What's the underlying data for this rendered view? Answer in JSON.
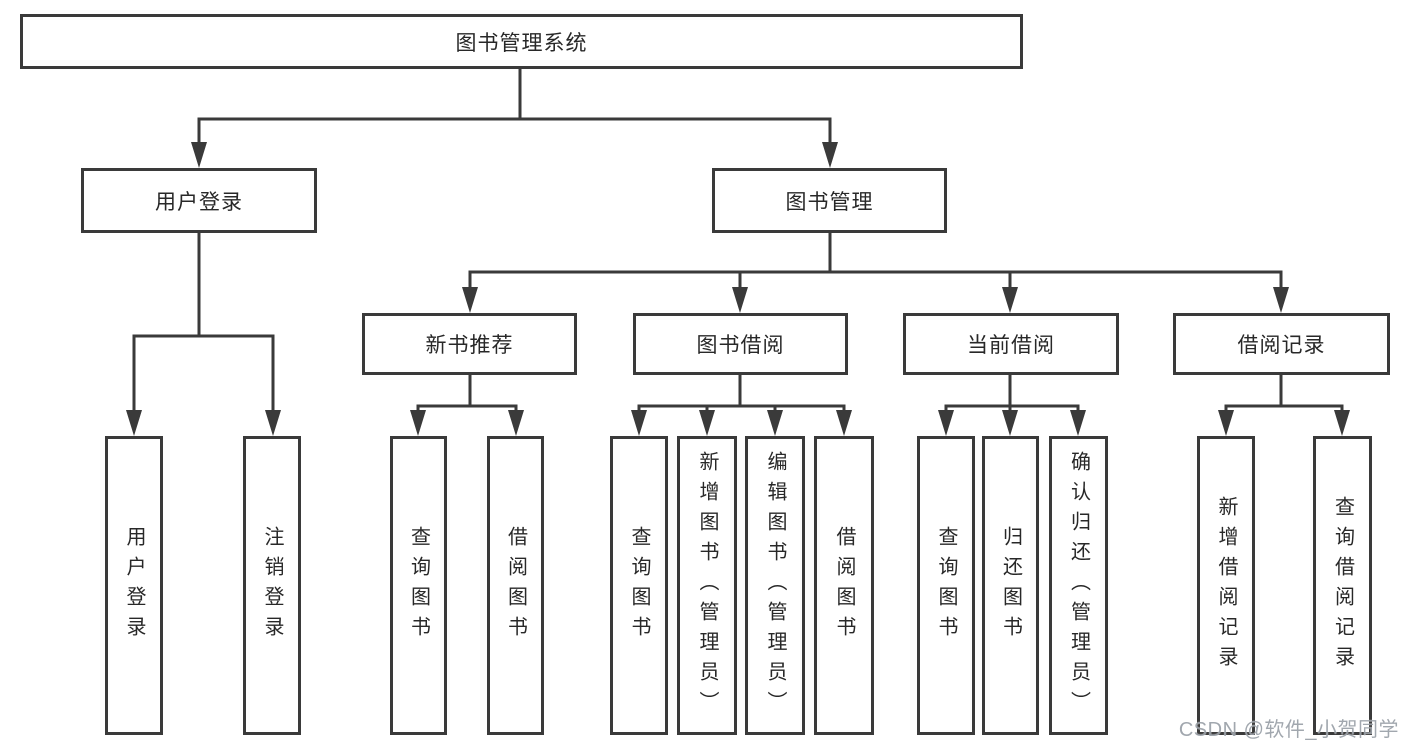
{
  "diagram": {
    "title": "图书管理系统",
    "level2": [
      {
        "label": "用户登录"
      },
      {
        "label": "图书管理"
      }
    ],
    "level3": [
      {
        "label": "新书推荐",
        "parent": "图书管理"
      },
      {
        "label": "图书借阅",
        "parent": "图书管理"
      },
      {
        "label": "当前借阅",
        "parent": "图书管理"
      },
      {
        "label": "借阅记录",
        "parent": "图书管理"
      }
    ],
    "leaves": [
      {
        "label": "用户登录",
        "parent": "用户登录"
      },
      {
        "label": "注销登录",
        "parent": "用户登录"
      },
      {
        "label": "查询图书",
        "parent": "新书推荐"
      },
      {
        "label": "借阅图书",
        "parent": "新书推荐"
      },
      {
        "label": "查询图书",
        "parent": "图书借阅"
      },
      {
        "label": "新增图书（管理员）",
        "parent": "图书借阅"
      },
      {
        "label": "编辑图书（管理员）",
        "parent": "图书借阅"
      },
      {
        "label": "借阅图书",
        "parent": "图书借阅"
      },
      {
        "label": "查询图书",
        "parent": "当前借阅"
      },
      {
        "label": "归还图书",
        "parent": "当前借阅"
      },
      {
        "label": "确认归还（管理员）",
        "parent": "当前借阅"
      },
      {
        "label": "新增借阅记录",
        "parent": "借阅记录"
      },
      {
        "label": "查询借阅记录",
        "parent": "借阅记录"
      }
    ],
    "colors": {
      "line": "#3a3a3a",
      "box_border": "#3a3a3a",
      "text": "#282828",
      "background": "#ffffff",
      "watermark": "#9aa0a8"
    }
  },
  "watermark": {
    "text": "CSDN @软件_小贺同学"
  }
}
